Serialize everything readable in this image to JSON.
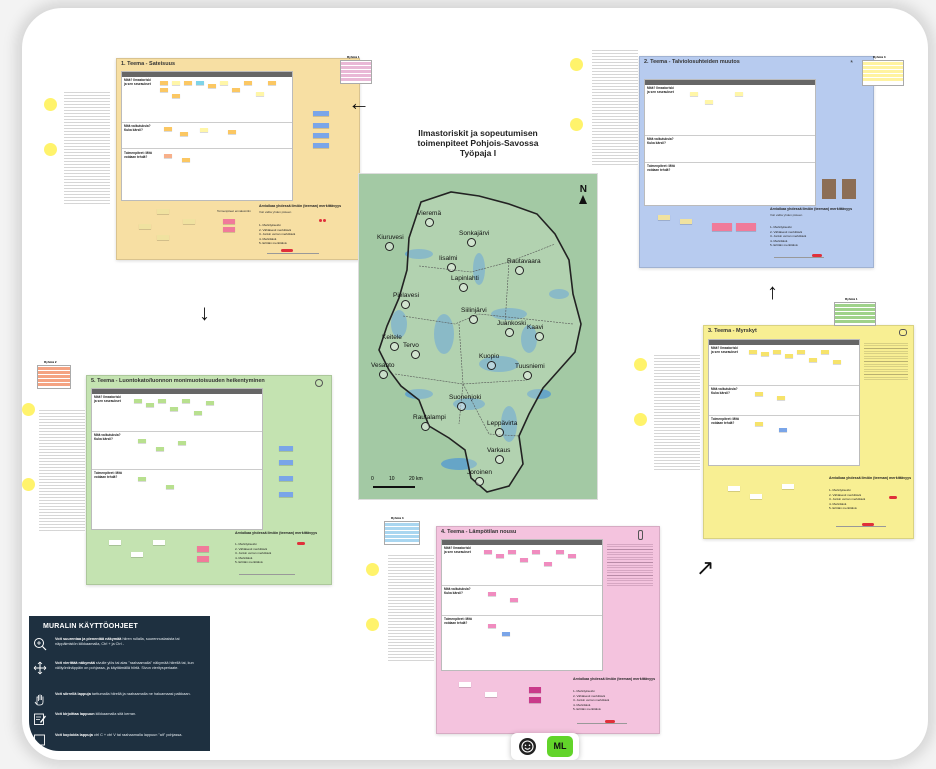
{
  "map": {
    "title_lines": [
      "Ilmastoriskit ja sopeutumisen",
      "toimenpiteet Pohjois-Savossa",
      "Työpaja I"
    ],
    "towns": [
      "Vieremä",
      "Kiuruvesi",
      "Sonkajärvi",
      "Iisalmi",
      "Rautavaara",
      "Lapinlahti",
      "Pielavesi",
      "Keitele",
      "Siilinjärvi",
      "Juankoski",
      "Kaavi",
      "Tervo",
      "Vesanto",
      "Kuopio",
      "Tuusniemi",
      "Suonenjoki",
      "Rautalampi",
      "Leppävirta",
      "Varkaus",
      "Joroinen"
    ],
    "north_label": "N",
    "scale": {
      "zero": "0",
      "mid": "10",
      "end": "20 km"
    }
  },
  "panels": {
    "p1": {
      "title": "1. Teema - Sateisuus",
      "color": "#f7dfa3"
    },
    "p2": {
      "title": "2. Teema - Talviolosuhteiden muutos",
      "color": "#b7cbef"
    },
    "p3": {
      "title": "3. Teema - Myrskyt",
      "color": "#f8ef93"
    },
    "p4": {
      "title": "4. Teema - Lämpötilan nousu",
      "color": "#f4c3de"
    },
    "p5": {
      "title": "5. Teema - Luontokato/luonnon monimuotoisuuden heikentyminen",
      "color": "#c4e3b1"
    }
  },
  "panel_common": {
    "row1": "Mitä? Ilmastoriski ja sen seuraukset",
    "row2": "Mitä vaikutuksia? Kuka kärsii?",
    "row3": "Toimenpiteet: Mitä voidaan tehdä?",
    "bottom_title": "Arvioikaa yhdessä ilmiön (teeman) merkittävyys",
    "bottom_sub": "Voit valita yhden pisteen",
    "scale_items": [
      "1- Merkityksetön",
      "2- Vähäisesti merkittävä",
      "3- Jonkin verran merkittävä",
      "4- Merkittävä",
      "5- Erittäin merkittävä"
    ],
    "scale_numbers": [
      "1",
      "2",
      "3",
      "4",
      "5"
    ],
    "adapt_title": "Toimenpiteet ennakointiin"
  },
  "rybs": {
    "r1": "Ryhmä 1",
    "r2": "Ryhmä 2",
    "r3": "Ryhmä 3"
  },
  "help": {
    "title": "MURALIN KÄYTTÖOHJEET",
    "items": [
      {
        "icon": "zoom-icon",
        "bold": "Voit suurentaa ja pienentää näkymää",
        "text": " hiiren rullalla, suurennuslasista tai näppäimistön klikkaamalla, Ctrl + ja Ctrl -"
      },
      {
        "icon": "move-icon",
        "bold": "Voit vierittää näkymää",
        "text": " sivulle ylös tai alas \"raahaamalla\" näkymää hiirellä tai, kun välilyöntinäppäin on pohjassa, ja käyttämällä hiirtä. Sivun vieritysperiaate."
      },
      {
        "icon": "hand-icon",
        "bold": "Voit siirrellä lappuja",
        "text": " tarttumalla hiirellä ja raahaamalla ne haluamaasi paikkaan."
      },
      {
        "icon": "edit-icon",
        "bold": "Voit kirjoittaa lappuun",
        "text": " klikkaamalla sitä kerran."
      },
      {
        "icon": "copy-icon",
        "bold": "Voit kopioida lappuja",
        "text": " ctrl C + ctrl V tai raahaamalla lappuun \"alt\" pohjassa."
      }
    ]
  },
  "toolbar": {
    "avatar_initials": "ML"
  },
  "colors": {
    "help_bg": "#1e3040",
    "avatar": "#62d42a",
    "map_water": "#3f8bbf"
  }
}
